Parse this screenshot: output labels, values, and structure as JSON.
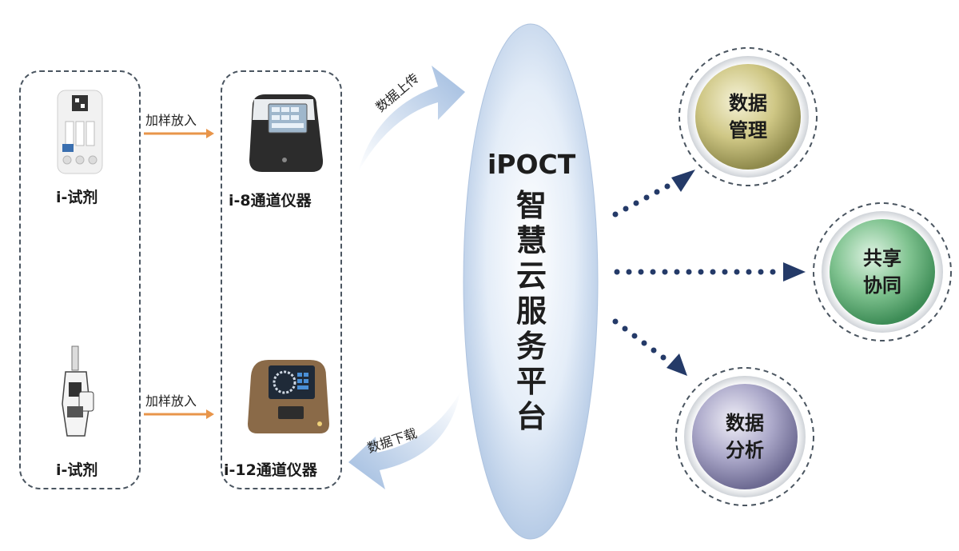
{
  "devices": {
    "reagent_top": "i-试剂",
    "reagent_bottom": "i-试剂",
    "instrument_top": "i-8通道仪器",
    "instrument_bottom": "i-12通道仪器"
  },
  "arrows": {
    "load_top": "加样放入",
    "load_bottom": "加样放入",
    "upload": "数据上传",
    "download": "数据下载"
  },
  "platform": {
    "name": "iPOCT",
    "subtitle": [
      "智",
      "慧",
      "云",
      "服",
      "务",
      "平",
      "台"
    ]
  },
  "outcomes": [
    {
      "line1": "数据",
      "line2": "管理",
      "color": "#c8c07a"
    },
    {
      "line1": "共享",
      "line2": "协同",
      "color": "#7fbf8e"
    },
    {
      "line1": "数据",
      "line2": "分析",
      "color": "#a9a6c8"
    }
  ],
  "colors": {
    "orange_arrow": "#e8954a",
    "dots": "#243a68",
    "cloud": "#c9d9ee",
    "swoosh": "#b8cde6"
  }
}
